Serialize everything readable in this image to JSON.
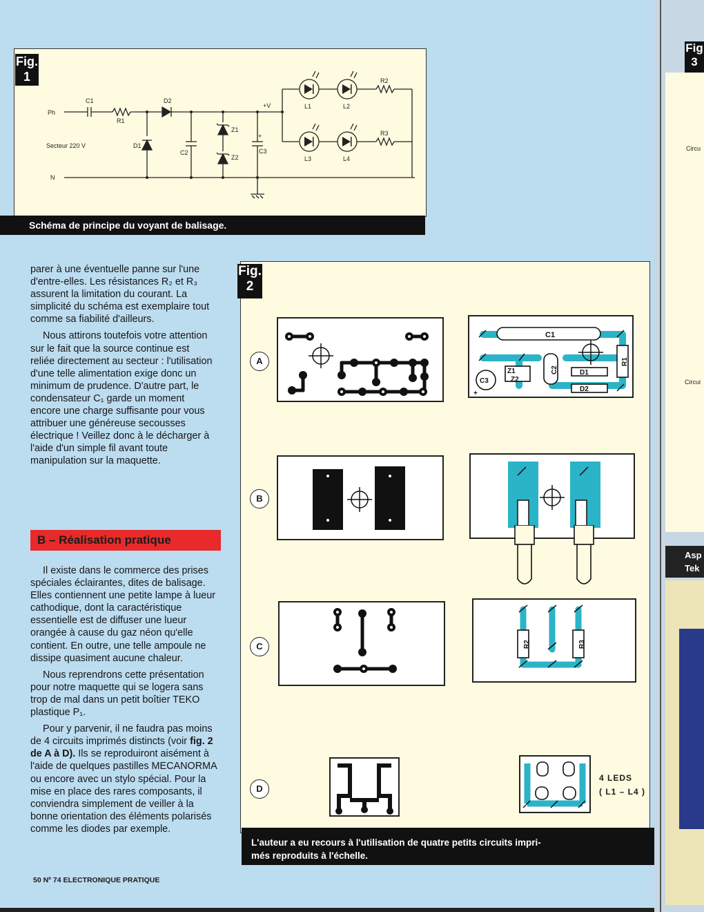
{
  "fig1": {
    "tag_word": "Fig.",
    "tag_num": "1",
    "caption": "Schéma de principe du voyant de balisage.",
    "labels": {
      "ph": "Ph",
      "n": "N",
      "secteur": "Secteur 220 V",
      "c1": "C1",
      "r1": "R1",
      "d2": "D2",
      "d1": "D1",
      "c2": "C2",
      "z1": "Z1",
      "z2": "Z2",
      "c3": "C3",
      "plus_v": "+V",
      "plus": "+",
      "l1": "L1",
      "l2": "L2",
      "l3": "L3",
      "l4": "L4",
      "r2": "R2",
      "r3": "R3"
    }
  },
  "fig2": {
    "tag_word": "Fig.",
    "tag_num": "2",
    "caption_line1": "L'auteur a eu recours à l'utilisation de quatre petits circuits impri-",
    "caption_line2": "més reproduits à l'échelle.",
    "rows": [
      "A",
      "B",
      "C",
      "D"
    ],
    "components": {
      "c1": "C1",
      "c2": "C2",
      "c3": "C3",
      "z1": "Z1",
      "z2": "Z2",
      "d1": "D1",
      "d2": "D2",
      "r1": "R1",
      "r2": "R2",
      "r3": "R3",
      "plus": "+"
    },
    "leds_label_1": "4 LEDS",
    "leds_label_2": "( L1 – L4 )"
  },
  "article": {
    "para1": "parer à une éventuelle panne sur l'une d'entre-elles. Les résistances R₂ et R₃ assurent la limitation du courant. La simplicité du schéma est exemplaire tout comme sa fiabilité d'ailleurs.",
    "para2": "Nous attirons toutefois votre attention sur le fait que la source continue est reliée directement au secteur : l'utilisation d'une telle alimentation exige donc un minimum de prudence. D'autre part, le condensateur C₁ garde un moment encore une charge suffisante pour vous attribuer une généreuse secousses électrique ! Veillez donc à le décharger à l'aide d'un simple fil avant toute manipulation sur la maquette.",
    "section_title": "B – Réalisation pratique",
    "para3": "Il existe dans le commerce des prises spéciales éclairantes, dites de balisage. Elles contiennent une petite lampe à lueur cathodique, dont la caractéristique essentielle est de diffuser une lueur orangée à cause du gaz néon qu'elle contient. En outre, une telle ampoule ne dissipe quasiment aucune chaleur.",
    "para4": "Nous reprendrons cette présentation pour notre maquette qui se logera sans trop de mal dans un petit boîtier TEKO plastique P₁.",
    "para5_pre": "Pour y parvenir, il ne faudra pas moins de 4 circuits imprimés distincts (voir ",
    "para5_bold": "fig. 2 de A à D).",
    "para5_post": " Ils se reproduiront aisément à l'aide de quelques pastilles MECANORMA ou encore avec un stylo spécial. Pour la mise en place des rares composants, il conviendra simplement de veiller à la bonne orientation des éléments polarisés comme les diodes par exemple."
  },
  "footer": "50 Nº 74 ELECTRONIQUE PRATIQUE",
  "right_page": {
    "fig_tag": "Fig",
    "fig_num": "3",
    "circ1": "Circu",
    "circ2": "Circui",
    "asp": "Asp",
    "tek": "Tek"
  },
  "colors": {
    "page_bg": "#bcdcf0",
    "panel_bg": "#fffbe0",
    "section_red": "#e82a2a",
    "copper_cyan": "#2bb3c8"
  }
}
